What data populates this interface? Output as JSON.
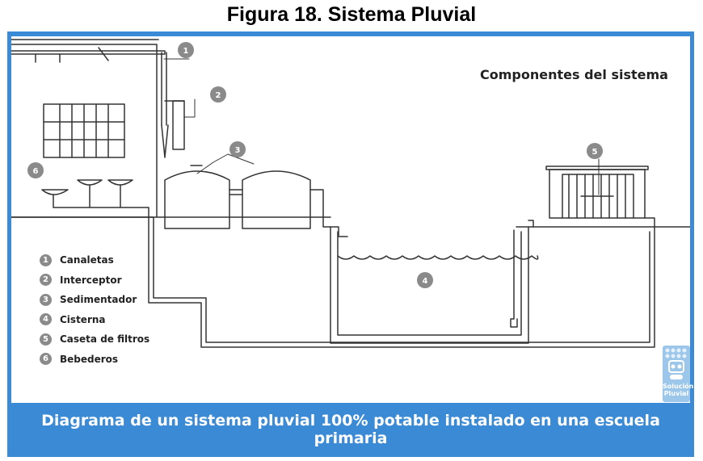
{
  "title": "Figura 18. Sistema Pluvial",
  "components_title": "Componentes del sistema",
  "caption": "Diagrama de un sistema pluvial 100% potable instalado en una escuela primaria",
  "legend": [
    {
      "number": "1",
      "label": "Canaletas"
    },
    {
      "number": "2",
      "label": "Interceptor"
    },
    {
      "number": "3",
      "label": "Sedimentador"
    },
    {
      "number": "4",
      "label": "Cisterna"
    },
    {
      "number": "5",
      "label": "Caseta de filtros"
    },
    {
      "number": "6",
      "label": "Bebederos"
    }
  ],
  "logo": {
    "line1": "Solución",
    "line2": "Pluvial"
  },
  "colors": {
    "frame": "#3a8ad6",
    "badge": "#8a8a8a",
    "line": "#333333"
  }
}
